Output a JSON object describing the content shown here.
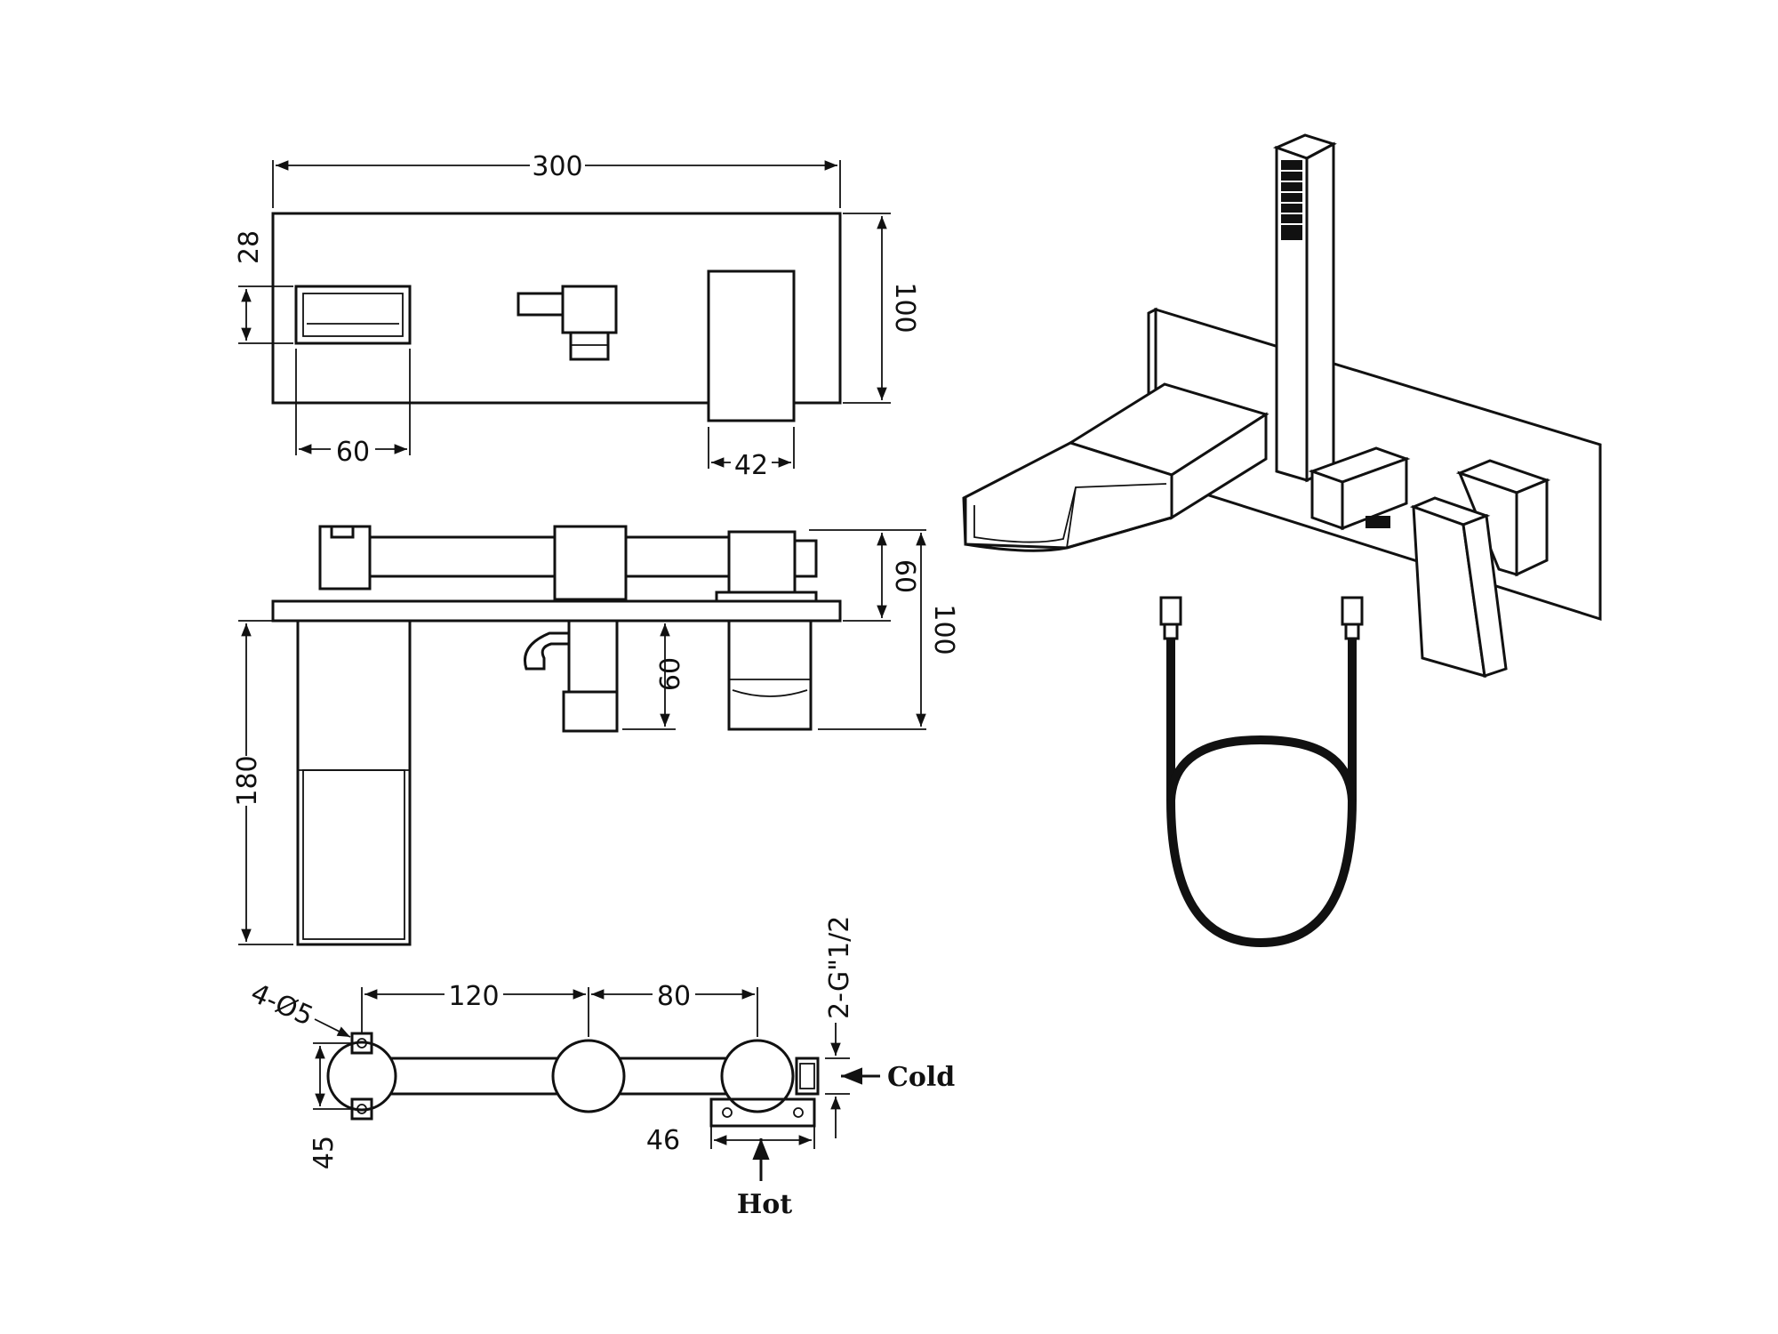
{
  "dimensions": {
    "top_width": "300",
    "top_height": "100",
    "top_left_offset": "28",
    "spout_width": "60",
    "handle_width": "42",
    "side_upper": "60",
    "side_total": "100",
    "side_lower": "60",
    "spout_length": "180",
    "holes": "4-Ø5",
    "spacing_left": "120",
    "spacing_right": "80",
    "thread": "2-G\"1/2",
    "bracket_height": "45",
    "bracket_width": "46"
  },
  "labels": {
    "cold": "Cold",
    "hot": "Hot"
  },
  "colors": {
    "line": "#111111",
    "background": "#ffffff"
  }
}
